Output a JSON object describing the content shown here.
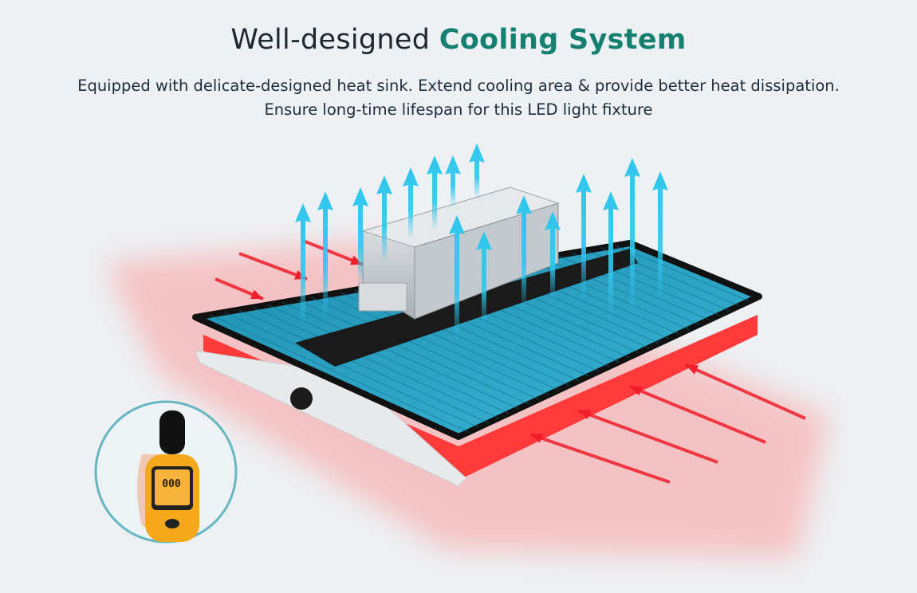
{
  "header": {
    "title_plain": "Well-designed",
    "title_accent": "Cooling System",
    "subtitle_line1": "Equipped with delicate-designed heat sink. Extend cooling area & provide better heat dissipation.",
    "subtitle_line2": "Ensure long-time lifespan for this LED light fixture"
  },
  "sound_meter": {
    "display_value": "000"
  },
  "colors": {
    "accent": "#15806f",
    "background": "#edf1f4",
    "cool_arrow": "#2fc6ee",
    "heat_arrow": "#f01e2a",
    "heatsink_fin": "#2a9fbf"
  }
}
